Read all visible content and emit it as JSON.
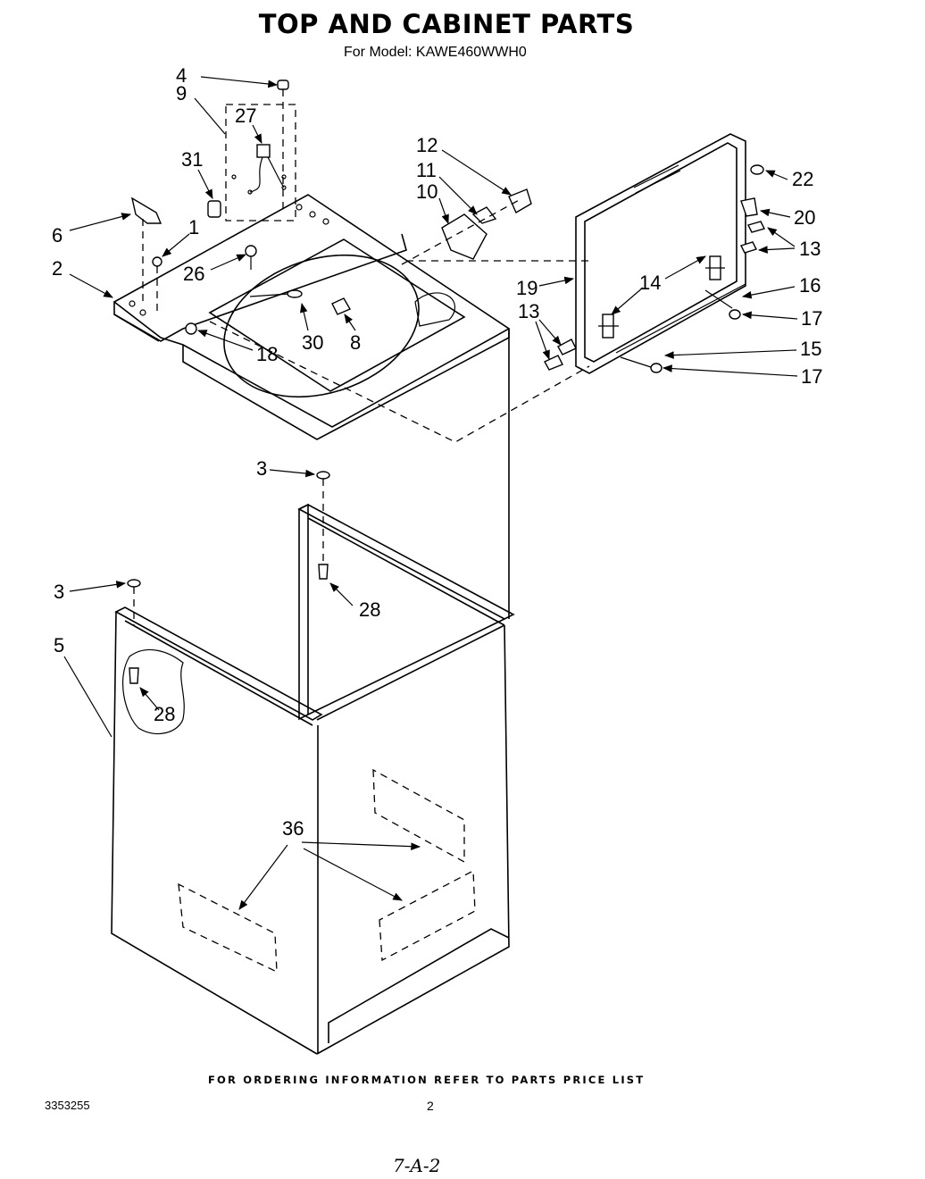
{
  "header": {
    "title": "TOP AND CABINET PARTS",
    "subtitle": "For Model: KAWE460WWH0"
  },
  "callouts": {
    "c1": "1",
    "c2": "2",
    "c3a": "3",
    "c3b": "3",
    "c4": "4",
    "c5": "5",
    "c6": "6",
    "c8": "8",
    "c9": "9",
    "c10": "10",
    "c11": "11",
    "c12": "12",
    "c13a": "13",
    "c13b": "13",
    "c14": "14",
    "c15": "15",
    "c16": "16",
    "c17a": "17",
    "c17b": "17",
    "c18": "18",
    "c19": "19",
    "c20": "20",
    "c22": "22",
    "c26": "26",
    "c27": "27",
    "c28a": "28",
    "c28b": "28",
    "c30": "30",
    "c31": "31",
    "c36": "36"
  },
  "footer": {
    "ordering_note": "FOR ORDERING INFORMATION REFER TO PARTS PRICE LIST",
    "document_number": "3353255",
    "page_number": "2",
    "handwritten_note": "7-A-2"
  }
}
